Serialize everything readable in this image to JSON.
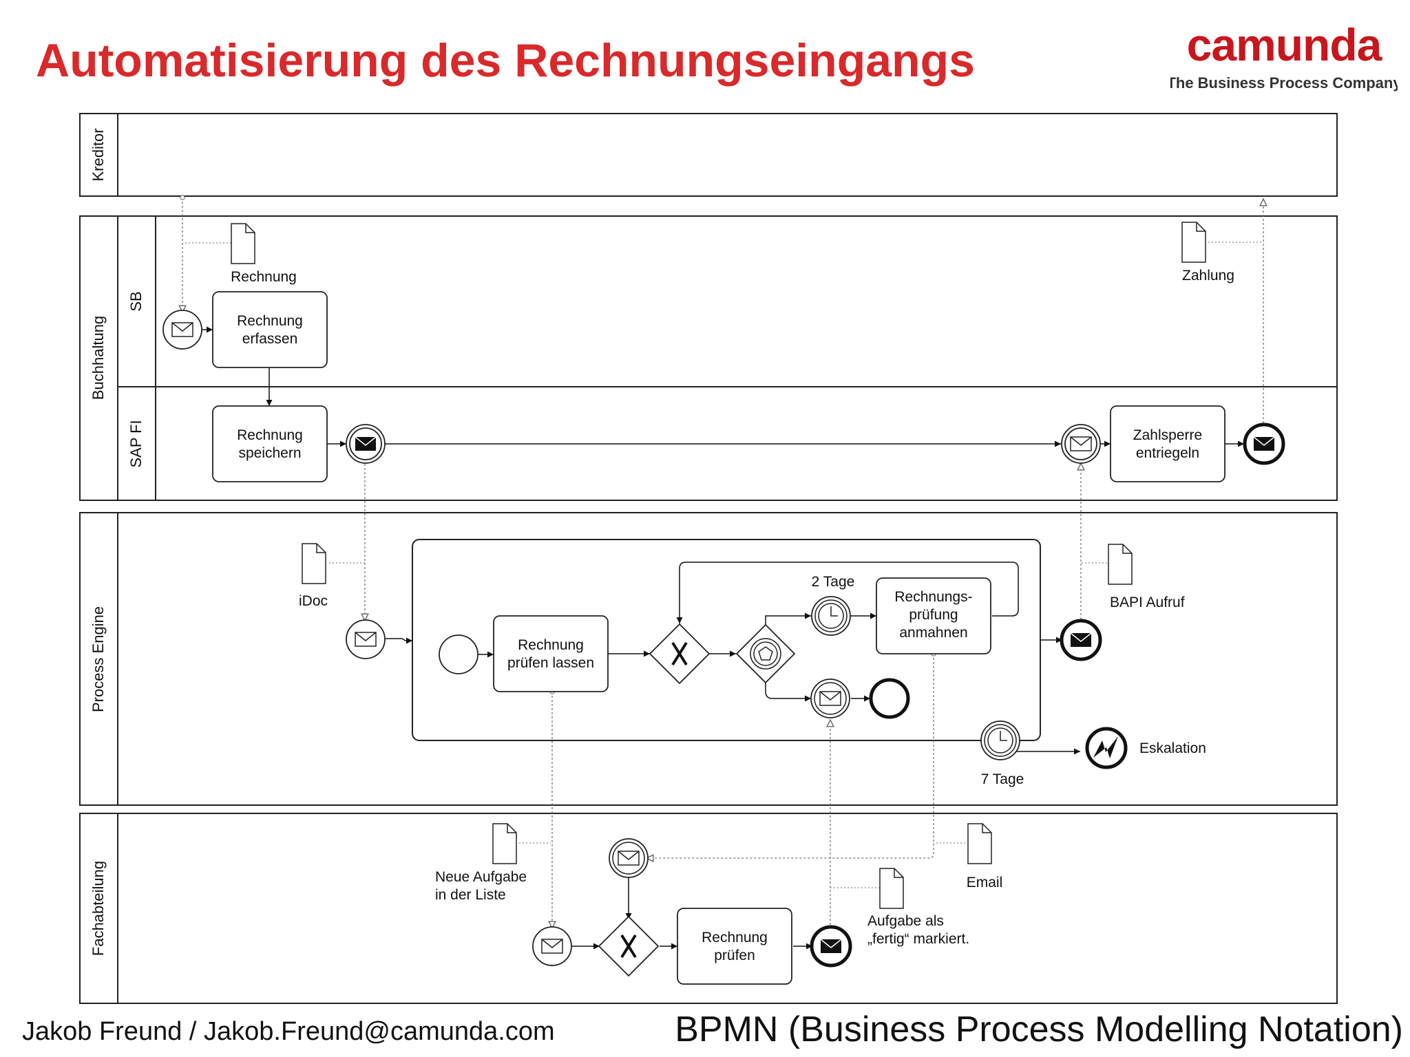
{
  "header": {
    "title": "Automatisierung des Rechnungseingangs",
    "title_color": "#d9292b",
    "logo": {
      "name": "camunda",
      "tagline": "The Business Process Company",
      "color": "#c8161d"
    }
  },
  "pools": {
    "kreditor": "Kreditor",
    "buchhaltung": "Buchhaltung",
    "sb": "SB",
    "sap_fi": "SAP FI",
    "process_engine": "Process Engine",
    "fachabteilung": "Fachabteilung"
  },
  "tasks": {
    "rechnung_erfassen": [
      "Rechnung",
      "erfassen"
    ],
    "rechnung_speichern": [
      "Rechnung",
      "speichern"
    ],
    "zahlsperre_entriegeln": [
      "Zahlsperre",
      "entriegeln"
    ],
    "rechnung_pruefen_lassen": [
      "Rechnung",
      "prüfen lassen"
    ],
    "rechnungspruefung_anmahnen": [
      "Rechnungs-",
      "prüfung",
      "anmahnen"
    ],
    "rechnung_pruefen": [
      "Rechnung",
      "prüfen"
    ]
  },
  "artifacts": {
    "rechnung": "Rechnung",
    "zahlung": "Zahlung",
    "idoc": "iDoc",
    "bapi_aufruf": "BAPI Aufruf",
    "neue_aufgabe": [
      "Neue Aufgabe",
      "in der Liste"
    ],
    "email": "Email",
    "aufgabe_fertig": [
      "Aufgabe als",
      "„fertig“ markiert."
    ]
  },
  "event_labels": {
    "timer_2_tage": "2 Tage",
    "timer_7_tage": "7 Tage",
    "eskalation": "Eskalation"
  },
  "footer": {
    "author": "Jakob Freund / Jakob.Freund@camunda.com",
    "subtitle": "BPMN (Business Process Modelling Notation)"
  }
}
